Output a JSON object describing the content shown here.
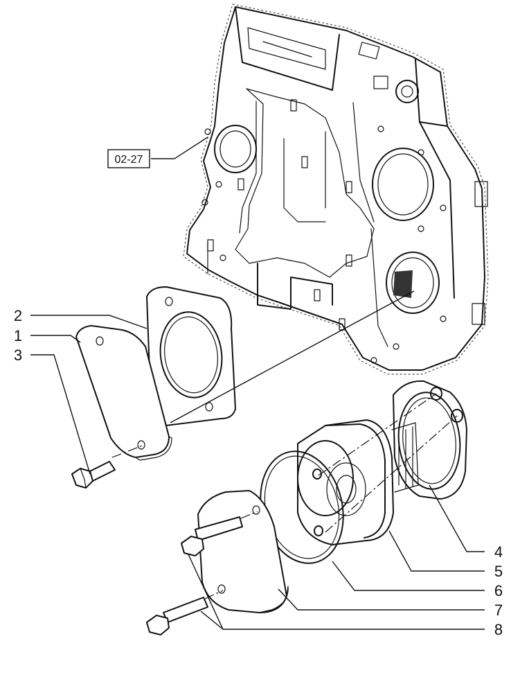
{
  "diagram": {
    "reference_label": "02-27",
    "callouts": [
      {
        "id": "2",
        "label": "2"
      },
      {
        "id": "1",
        "label": "1"
      },
      {
        "id": "3",
        "label": "3"
      },
      {
        "id": "4",
        "label": "4"
      },
      {
        "id": "5",
        "label": "5"
      },
      {
        "id": "6",
        "label": "6"
      },
      {
        "id": "7",
        "label": "7"
      },
      {
        "id": "8",
        "label": "8"
      }
    ]
  }
}
